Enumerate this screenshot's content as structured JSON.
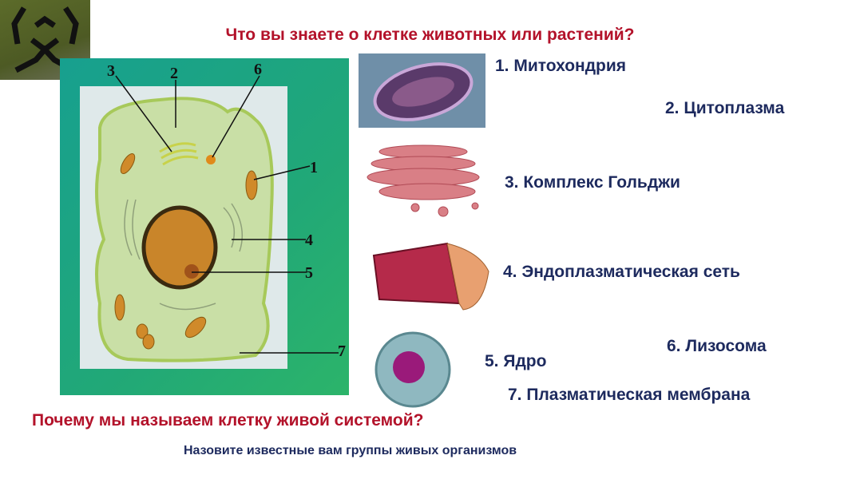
{
  "title": "Что вы знаете о клетке животных или растений?",
  "diagram": {
    "numbers": [
      "1",
      "2",
      "3",
      "4",
      "5",
      "6",
      "7"
    ]
  },
  "labels": {
    "mitochondria": "1. Митохондрия",
    "cytoplasm": "2. Цитоплазма",
    "golgi": "3. Комплекс Гольджи",
    "er": "4. Эндоплазматическая сеть",
    "nucleus": "5. Ядро",
    "lysosome": "6. Лизосома",
    "membrane": "7. Плазматическая мембрана"
  },
  "question": "Почему мы называем клетку живой системой?",
  "subtitle": "Назовите известные вам группы живых организмов",
  "colors": {
    "title_red": "#b3122a",
    "label_navy": "#1d2a5e",
    "frame_green": "#21a877"
  }
}
